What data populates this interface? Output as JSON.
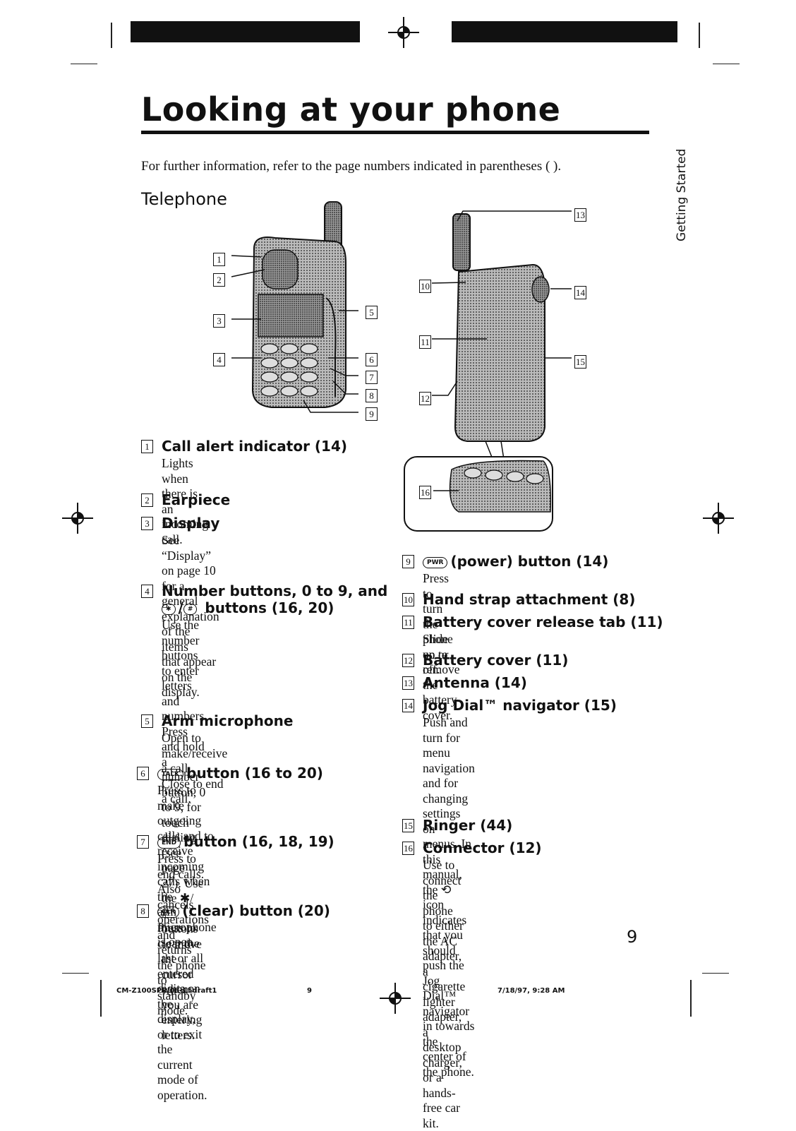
{
  "page": {
    "title": "Looking at your phone",
    "intro": "For further information, refer to the page numbers indicated in parentheses ( ).",
    "subheading": "Telephone",
    "side_tab": "Getting Started",
    "page_number": "9"
  },
  "footer": {
    "left": "CM-Z100SPR/08-15draft1",
    "center": "9",
    "right": "7/18/97, 9:28 AM"
  },
  "callouts": [
    "1",
    "2",
    "3",
    "4",
    "5",
    "6",
    "7",
    "8",
    "9",
    "10",
    "11",
    "12",
    "13",
    "14",
    "15",
    "16"
  ],
  "items_left": [
    {
      "num": "1",
      "head": "Call alert indicator (14)",
      "desc": "Lights when there is an incoming\ncall."
    },
    {
      "num": "2",
      "head": "Earpiece",
      "desc": ""
    },
    {
      "num": "3",
      "head": "Display",
      "desc": "See “Display” on page 10 for a\ngeneral explanation of the items\nthat appear on the display."
    },
    {
      "num": "4",
      "head": "Number buttons, 0 to 9, and",
      "head2": "buttons (16, 20)",
      "desc": "Use the number buttons to enter\nletters and numbers. Press and hold\na number button, 0 to 9, for touch\ndialing (see page 27). Use the ✱/\n#  buttons to move the cursor\nwhen you are entering letters."
    },
    {
      "num": "5",
      "head": "Arm microphone",
      "desc": "Open to make/receive a call.\nClose to end a call."
    },
    {
      "num": "6",
      "icon": "TALK",
      "head": "button (16 to 20)",
      "desc": "Press to make outgoing calls and to\nreceive incoming calls when the\narm microphone is open."
    },
    {
      "num": "7",
      "icon": "END",
      "head": "button (16, 18, 19)",
      "desc": "Press to end calls. Also cancels\noperations and returns the phone to\nstandby mode."
    },
    {
      "num": "8",
      "icon": "CLR",
      "head": "(clear) button (20)",
      "desc": "Press to clear the last or all entered\ndigits on the display, or to exit the\ncurrent mode of operation."
    }
  ],
  "items_right": [
    {
      "num": "9",
      "icon": "PWR",
      "head": "(power) button (14)",
      "desc": "Press to turn the phone on or off."
    },
    {
      "num": "10",
      "head": "Hand strap attachment (8)",
      "desc": ""
    },
    {
      "num": "11",
      "head": "Battery cover release tab (11)",
      "desc": "Slide up to remove the battery cover."
    },
    {
      "num": "12",
      "head": "Battery cover (11)",
      "desc": ""
    },
    {
      "num": "13",
      "head": "Antenna (14)",
      "desc": ""
    },
    {
      "num": "14",
      "head": "Jog Dial™ navigator (15)",
      "desc": "Push and turn for menu navigation\nand for changing settings on\nmenus. In this manual, the ⟲ icon\nindicates that you should push the\nJog Dial™ navigator in towards the\ncenter of the phone."
    },
    {
      "num": "15",
      "head": "Ringer (44)",
      "desc": ""
    },
    {
      "num": "16",
      "head": "Connector (12)",
      "desc": "Use to connect the phone to either\nthe AC adapter, a cigarette lighter\nadapter, a desktop charger, or a\nhands-free car kit."
    }
  ]
}
